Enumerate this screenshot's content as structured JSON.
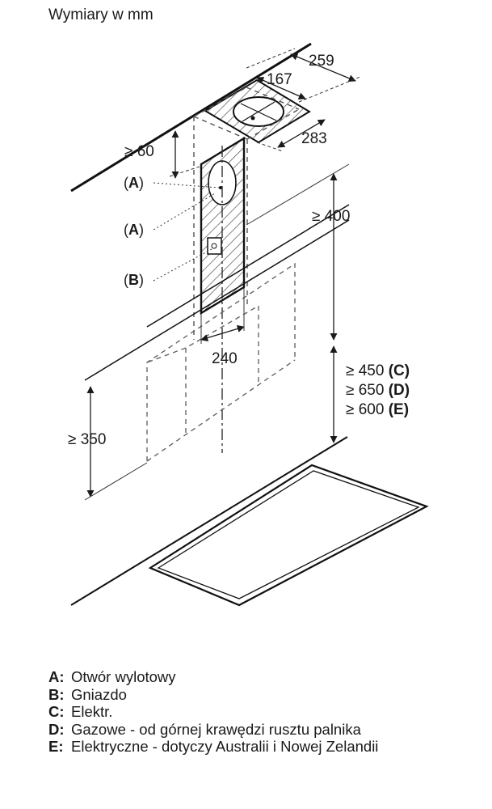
{
  "title": "Wymiary w mm",
  "dimensions": {
    "width_top": "259",
    "opening_width": "167",
    "depth_top": "283",
    "ceiling_gap": "≥ 60",
    "chimney_width": "240",
    "height_above": "≥ 400",
    "height_c": "≥ 450",
    "height_d": "≥ 650",
    "height_e": "≥ 600",
    "hood_height": "≥ 350",
    "ref_c": "(C)",
    "ref_d": "(D)",
    "ref_e": "(E)"
  },
  "callouts": {
    "a1_letter": "A",
    "a2_letter": "A",
    "b_letter": "B",
    "open_paren": "(",
    "close_paren": ")"
  },
  "legend": [
    {
      "key": "A:",
      "text": "Otwór wylotowy"
    },
    {
      "key": "B:",
      "text": "Gniazdo"
    },
    {
      "key": "C:",
      "text": "Elektr."
    },
    {
      "key": "D:",
      "text": "Gazowe - od górnej krawędzi rusztu palnika"
    },
    {
      "key": "E:",
      "text": "Elektryczne - dotyczy Australii i Nowej Zelandii"
    }
  ]
}
